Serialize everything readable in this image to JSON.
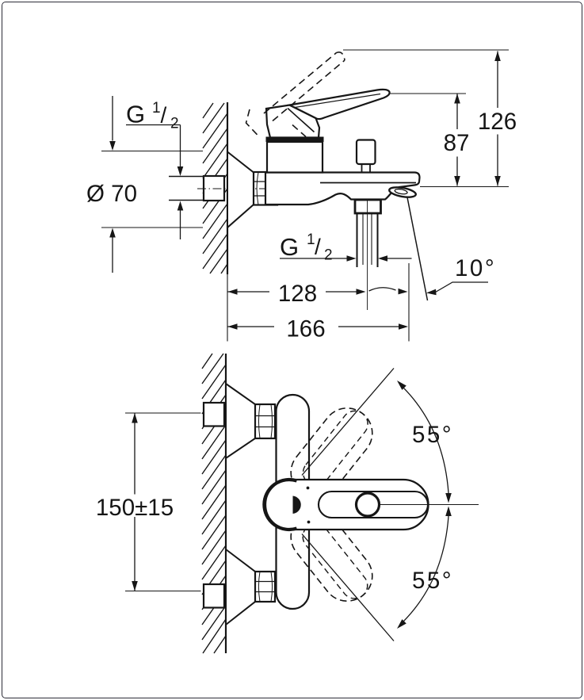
{
  "colors": {
    "line": "#161616",
    "background": "#ffffff",
    "frame": "#2d2d38"
  },
  "side_view": {
    "wall_thread": {
      "prefix": "G",
      "numerator": "1",
      "slash": "/",
      "denominator": "2"
    },
    "escutcheon_diameter": "Ø 70",
    "lever_height": "87",
    "lever_raised_height": "126",
    "shower_outlet_thread": {
      "prefix": "G",
      "numerator": "1",
      "slash": "/",
      "denominator": "2"
    },
    "wall_to_shower_outlet": "128",
    "total_projection": "166",
    "spout_angle": "10°"
  },
  "plan_view": {
    "connection_spacing": "150±15",
    "handle_swing_up": "55°",
    "handle_swing_down": "55°"
  }
}
